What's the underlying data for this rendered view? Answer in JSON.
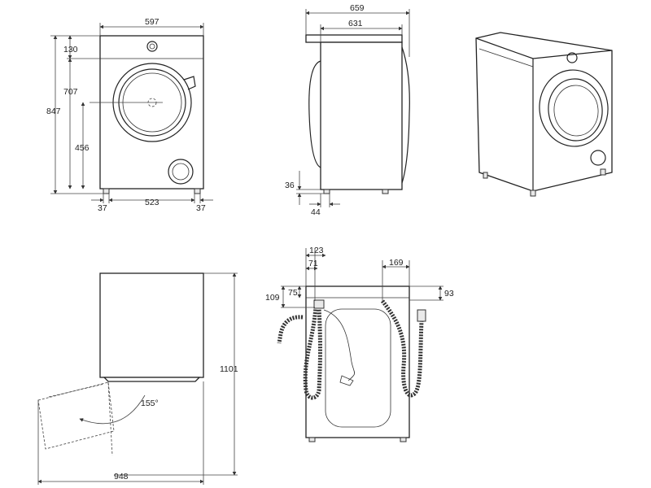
{
  "front_view": {
    "width": "597",
    "top_panel": "130",
    "door_top": "707",
    "total_height": "847",
    "door_center": "456",
    "feet_span": "523",
    "foot_left": "37",
    "foot_right": "37"
  },
  "side_view": {
    "depth_overall": "659",
    "depth_body": "631",
    "foot_height": "36",
    "foot_setback": "44"
  },
  "door_view": {
    "opening_angle": "155°",
    "height_with_clearance": "1101",
    "depth_door_open": "948"
  },
  "rear_view": {
    "drain_offset": "123",
    "drain_inner": "71",
    "drain_height_outer": "109",
    "drain_height_inner": "75",
    "inlet_offset": "169",
    "inlet_height": "93"
  }
}
